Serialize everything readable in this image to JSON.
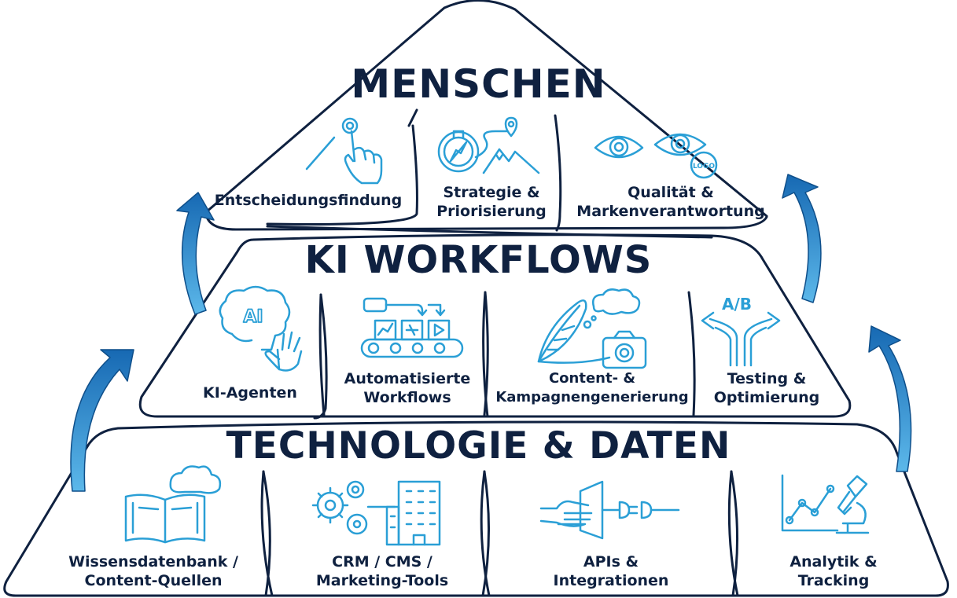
{
  "tiers": {
    "top": {
      "title": "MENSCHEN"
    },
    "middle": {
      "title": "KI WORKFLOWS"
    },
    "bottom": {
      "title": "TECHNOLOGIE & DATEN"
    }
  },
  "top_items": [
    {
      "lines": [
        "Entscheidungsfindung"
      ],
      "icon": "hand-pointer-icon"
    },
    {
      "lines": [
        "Strategie &",
        "Priorisierung"
      ],
      "icon": "compass-map-icon"
    },
    {
      "lines": [
        "Qualität &",
        "Markenverantwortung"
      ],
      "icon": "eyes-logo-icon"
    }
  ],
  "middle_items": [
    {
      "lines": [
        "KI-Agenten"
      ],
      "icon": "ai-brain-icon"
    },
    {
      "lines": [
        "Automatisierte",
        "Workflows"
      ],
      "icon": "conveyor-icon"
    },
    {
      "lines": [
        "Content- &",
        "Kampagnengenerierung"
      ],
      "icon": "quill-camera-icon"
    },
    {
      "lines": [
        "Testing &",
        "Optimierung"
      ],
      "icon": "ab-split-icon"
    }
  ],
  "bottom_items": [
    {
      "lines": [
        "Wissensdatenbank /",
        "Content-Quellen"
      ],
      "icon": "book-cloud-icon"
    },
    {
      "lines": [
        "CRM / CMS /",
        "Marketing-Tools"
      ],
      "icon": "gears-building-icon"
    },
    {
      "lines": [
        "APIs &",
        "Integrationen"
      ],
      "icon": "plug-icon"
    },
    {
      "lines": [
        "Analytik &",
        "Tracking"
      ],
      "icon": "chart-microscope-icon"
    }
  ],
  "colors": {
    "text": "#0f2140",
    "line": "#0f2140",
    "icon": "#2a9fd6",
    "arrow": "#1769b3",
    "arrow_light": "#5cb8ea"
  }
}
